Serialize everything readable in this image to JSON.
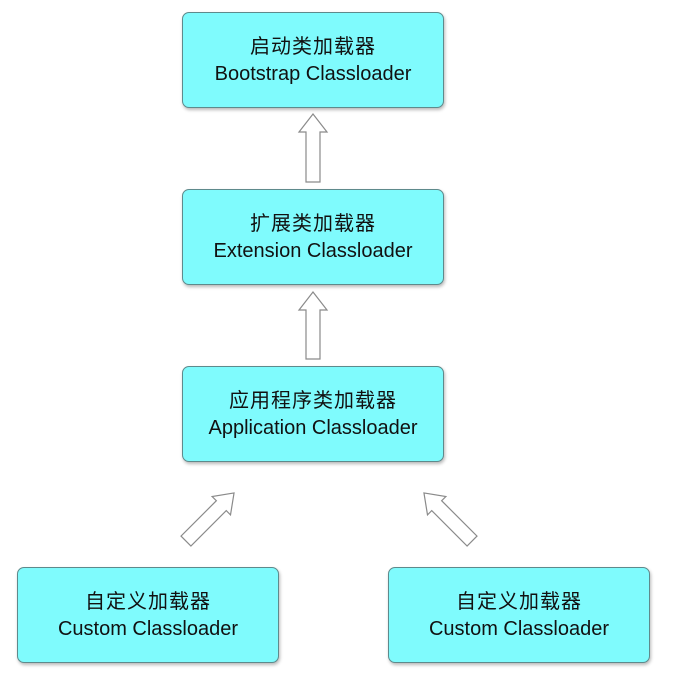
{
  "nodes": {
    "bootstrap": {
      "zh": "启动类加载器",
      "en": "Bootstrap Classloader"
    },
    "extension": {
      "zh": "扩展类加载器",
      "en": "Extension Classloader"
    },
    "application": {
      "zh": "应用程序类加载器",
      "en": "Application Classloader"
    },
    "custom_left": {
      "zh": "自定义加载器",
      "en": "Custom Classloader"
    },
    "custom_right": {
      "zh": "自定义加载器",
      "en": "Custom Classloader"
    }
  },
  "colors": {
    "node_fill": "#7ffbfd",
    "node_border": "#5e8a8c",
    "arrow_fill": "#ffffff",
    "arrow_stroke": "#8a8a8a"
  },
  "edges": [
    {
      "from": "extension",
      "to": "bootstrap"
    },
    {
      "from": "application",
      "to": "extension"
    },
    {
      "from": "custom_left",
      "to": "application"
    },
    {
      "from": "custom_right",
      "to": "application"
    }
  ]
}
